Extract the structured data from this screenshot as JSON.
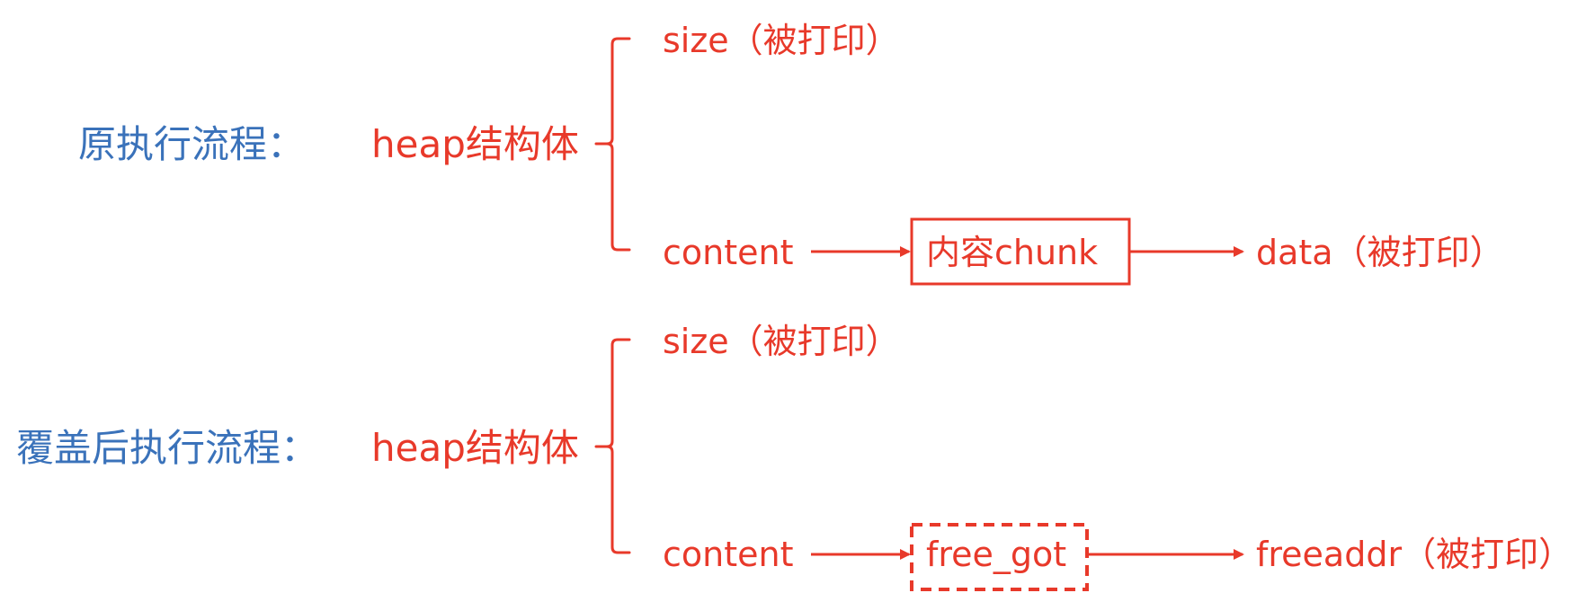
{
  "colors": {
    "label_blue": "#3A72BA",
    "diagram_red": "#E8392A",
    "background": "#FFFFFF"
  },
  "flows": [
    {
      "title": "原执行流程：",
      "struct": "heap结构体",
      "fields": {
        "size": "size（被打印）",
        "content": "content"
      },
      "target_box": {
        "label": "内容chunk",
        "style": "solid"
      },
      "result": "data（被打印）"
    },
    {
      "title": "覆盖后执行流程：",
      "struct": "heap结构体",
      "fields": {
        "size": "size（被打印）",
        "content": "content"
      },
      "target_box": {
        "label": "free_got",
        "style": "dashed"
      },
      "result": "freeaddr（被打印）"
    }
  ]
}
